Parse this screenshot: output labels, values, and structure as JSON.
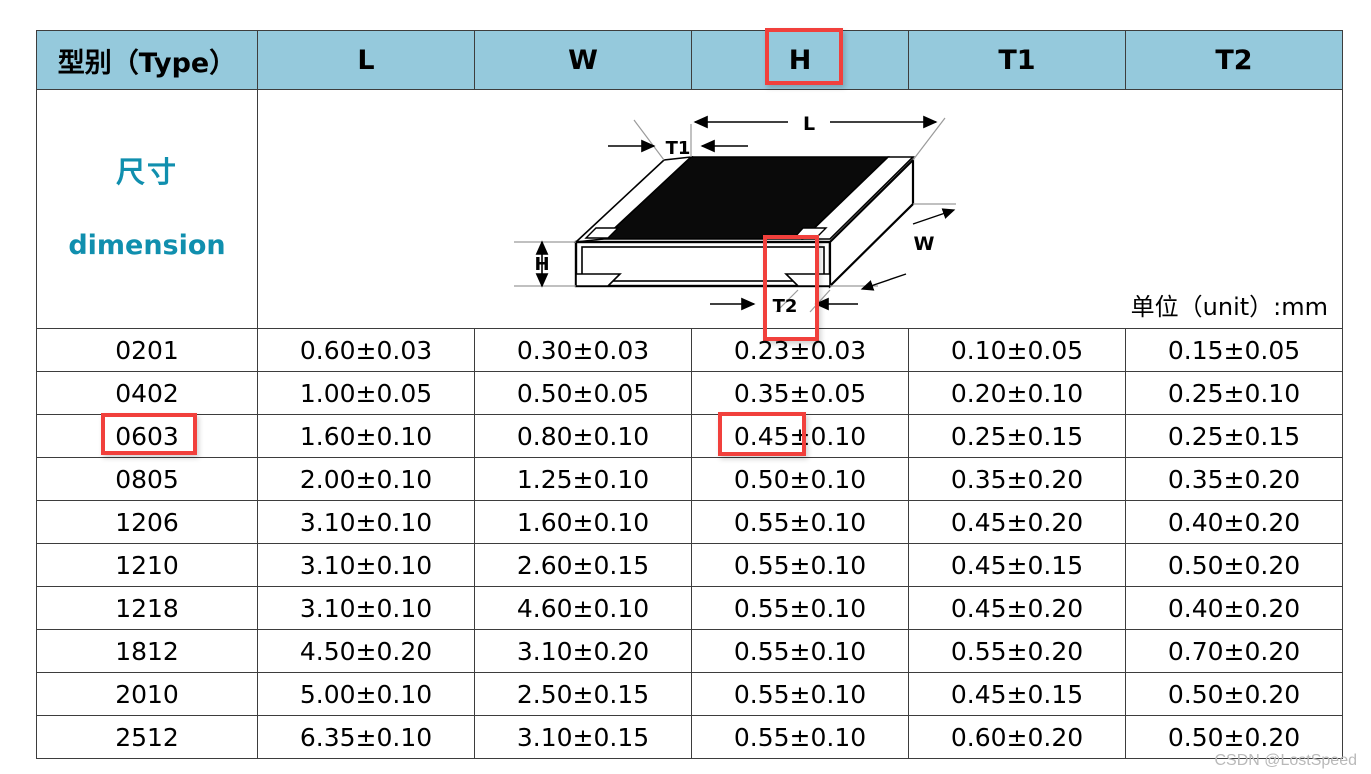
{
  "title": {
    "zh": "尺寸",
    "en": "dimension",
    "color": "#108FAE"
  },
  "diagram": {
    "unit_note": "单位（unit）:mm",
    "labels": {
      "length": "L",
      "width": "W",
      "height": "H",
      "term1": "T1",
      "term2": "T2"
    },
    "name": "smd-chip-resistor-3d-drawing"
  },
  "theme": {
    "header_bg": "#95C9DC",
    "highlight_red": "#F1403C",
    "border": "#3d3d3d",
    "text": "#000000"
  },
  "table": {
    "columns": [
      "型别（Type）",
      "L",
      "W",
      "H",
      "T1",
      "T2"
    ],
    "rows": [
      {
        "type": "0201",
        "L": "0.60±0.03",
        "W": "0.30±0.03",
        "H": "0.23±0.03",
        "T1": "0.10±0.05",
        "T2": "0.15±0.05"
      },
      {
        "type": "0402",
        "L": "1.00±0.05",
        "W": "0.50±0.05",
        "H": "0.35±0.05",
        "T1": "0.20±0.10",
        "T2": "0.25±0.10"
      },
      {
        "type": "0603",
        "L": "1.60±0.10",
        "W": "0.80±0.10",
        "H": "0.45±0.10",
        "T1": "0.25±0.15",
        "T2": "0.25±0.15"
      },
      {
        "type": "0805",
        "L": "2.00±0.10",
        "W": "1.25±0.10",
        "H": "0.50±0.10",
        "T1": "0.35±0.20",
        "T2": "0.35±0.20"
      },
      {
        "type": "1206",
        "L": "3.10±0.10",
        "W": "1.60±0.10",
        "H": "0.55±0.10",
        "T1": "0.45±0.20",
        "T2": "0.40±0.20"
      },
      {
        "type": "1210",
        "L": "3.10±0.10",
        "W": "2.60±0.15",
        "H": "0.55±0.10",
        "T1": "0.45±0.15",
        "T2": "0.50±0.20"
      },
      {
        "type": "1218",
        "L": "3.10±0.10",
        "W": "4.60±0.10",
        "H": "0.55±0.10",
        "T1": "0.45±0.20",
        "T2": "0.40±0.20"
      },
      {
        "type": "1812",
        "L": "4.50±0.20",
        "W": "3.10±0.20",
        "H": "0.55±0.10",
        "T1": "0.55±0.20",
        "T2": "0.70±0.20"
      },
      {
        "type": "2010",
        "L": "5.00±0.10",
        "W": "2.50±0.15",
        "H": "0.55±0.10",
        "T1": "0.45±0.15",
        "T2": "0.50±0.20"
      },
      {
        "type": "2512",
        "L": "6.35±0.10",
        "W": "3.10±0.15",
        "H": "0.55±0.10",
        "T1": "0.60±0.20",
        "T2": "0.50±0.20"
      }
    ],
    "highlighted": {
      "header_column": "H",
      "row_type": "0603",
      "cell_value": "0.45"
    }
  },
  "watermark": "CSDN @LostSpeed"
}
